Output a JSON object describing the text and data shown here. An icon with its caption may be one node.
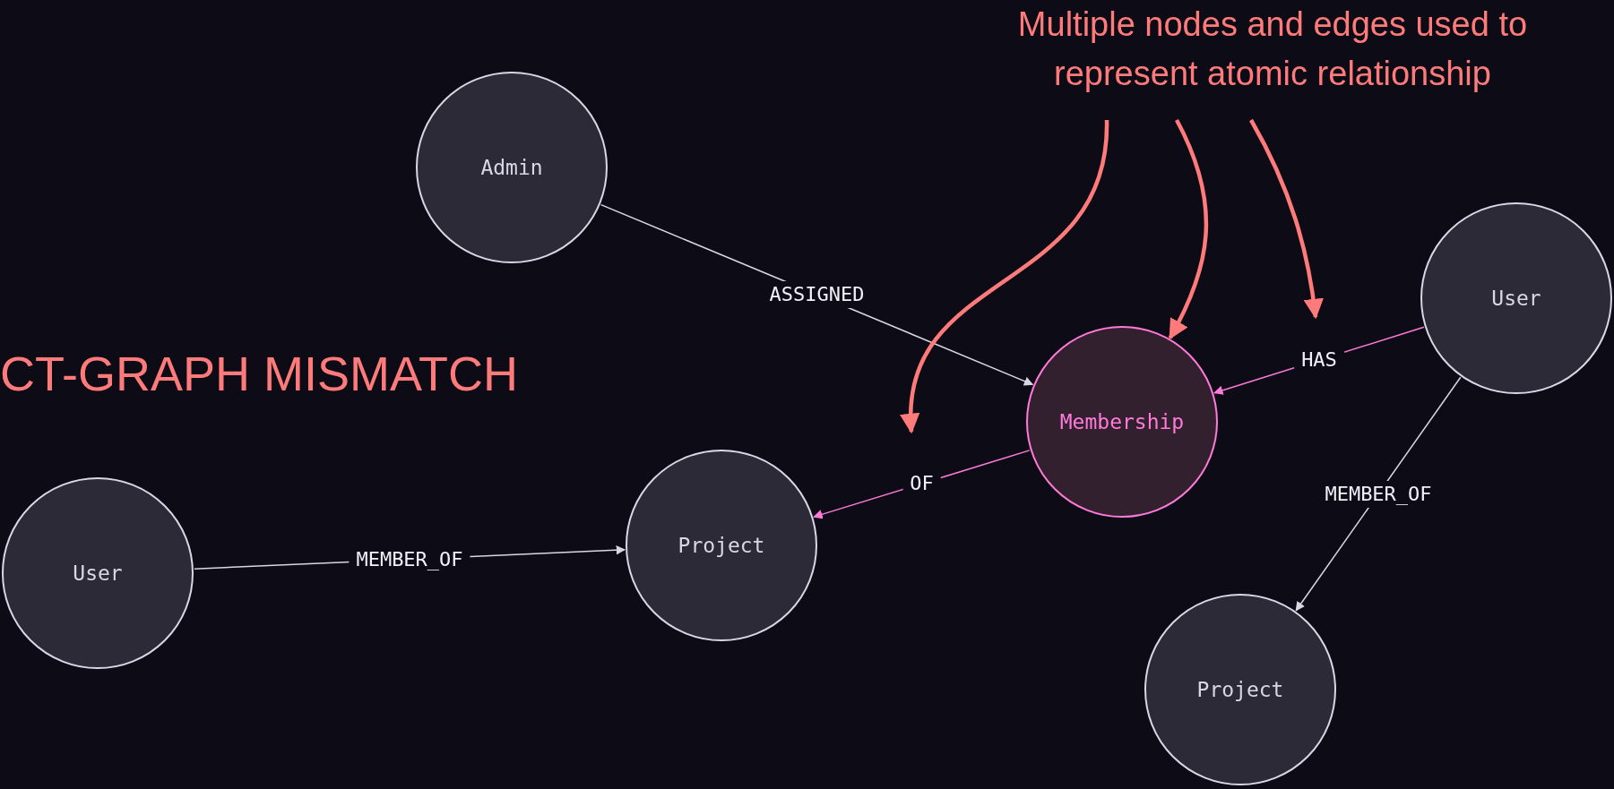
{
  "diagram": {
    "nodes": [
      {
        "text": [
          "Multiple nodes and edges used to represent atomic relationship"
        ]
      },
      {
        "text": [
          "Admin"
        ]
      },
      {
        "text": [
          "User"
        ]
      },
      {
        "text": [
          "Membership"
        ]
      },
      {
        "text": [
          "Project"
        ]
      },
      {
        "text": [
          "User"
        ]
      },
      {
        "text": [
          "Project"
        ]
      }
    ],
    "edges": [
      {
        "from": 1,
        "to": 3,
        "arrow": "to",
        "label": "ASSIGNED"
      },
      {
        "from": 2,
        "to": 3,
        "arrow": "to",
        "label": "HAS",
        "color": "#ff7ad9"
      },
      {
        "from": 3,
        "to": 4,
        "arrow": "to",
        "label": "OF",
        "color": "#ff7ad9"
      },
      {
        "from": 2,
        "to": 6,
        "arrow": "to",
        "label": "MEMBER_OF"
      },
      {
        "from": 5,
        "to": 4,
        "arrow": "to",
        "label": "MEMBER_OF"
      },
      {
        "from": 0,
        "to": null,
        "arrow": "to",
        "style": "thick",
        "color": "#ff7b7b"
      },
      {
        "from": 0,
        "to": 3,
        "arrow": "to",
        "style": "thick",
        "color": "#ff7b7b"
      },
      {
        "from": 0,
        "to": null,
        "arrow": "to",
        "style": "thick",
        "color": "#ff7b7b"
      }
    ],
    "labels": [
      "CT-GRAPH MISMATCH"
    ]
  }
}
